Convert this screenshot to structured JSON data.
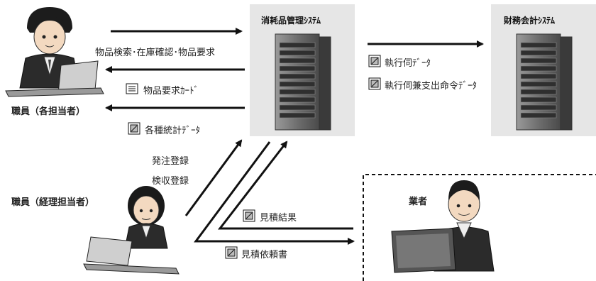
{
  "systems": {
    "consumables": "消耗品管理ｼｽﾃﾑ",
    "accounting": "財務会計ｼｽﾃﾑ"
  },
  "actors": {
    "staff": "職員（各担当者）",
    "accountant": "職員（経理担当者）",
    "vendor": "業者"
  },
  "flows": {
    "search": "物品検索･在庫確認･物品要求",
    "request_card": "物品要求ｶｰﾄﾞ",
    "statistics": "各種統計ﾃﾞｰﾀ",
    "exec_data": "執行伺ﾃﾞｰﾀ",
    "exec_pay_data": "執行伺兼支出命令ﾃﾞｰﾀ",
    "order_reg": "発注登録",
    "inspect_reg": "検収登録",
    "quote_result": "見積結果",
    "quote_request": "見積依頼書"
  }
}
